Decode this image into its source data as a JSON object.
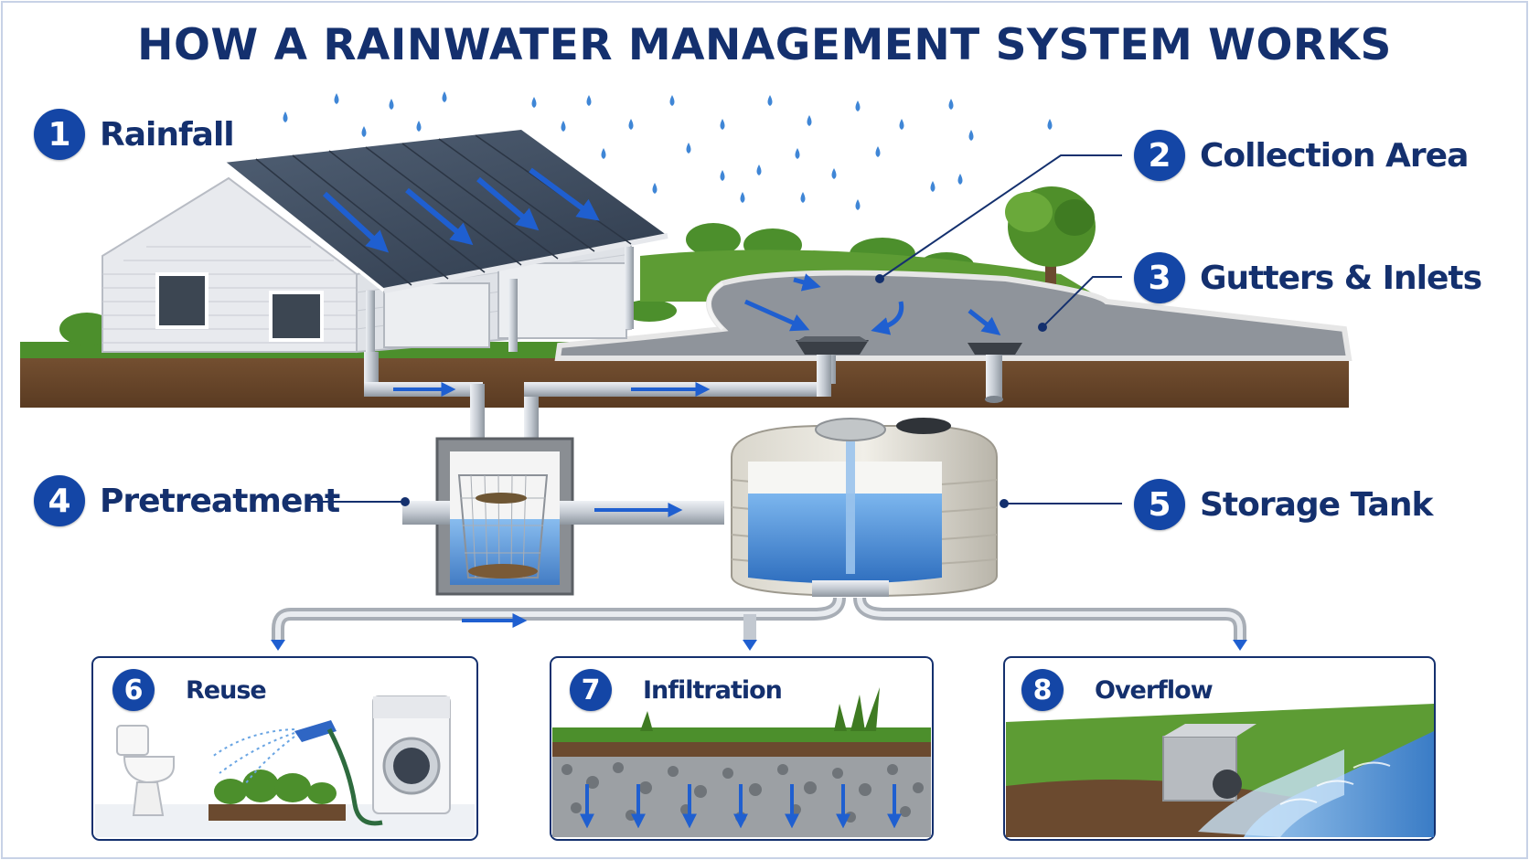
{
  "title": "HOW A RAINWATER MANAGEMENT SYSTEM WORKS",
  "steps": [
    {
      "number": "1",
      "label": "Rainfall"
    },
    {
      "number": "2",
      "label": "Collection Area"
    },
    {
      "number": "3",
      "label": "Gutters & Inlets"
    },
    {
      "number": "4",
      "label": "Pretreatment"
    },
    {
      "number": "5",
      "label": "Storage Tank"
    },
    {
      "number": "6",
      "label": "Reuse"
    },
    {
      "number": "7",
      "label": "Infiltration"
    },
    {
      "number": "8",
      "label": "Overflow"
    }
  ],
  "colors": {
    "title": "#14306e",
    "badge": "#1446a6",
    "flow_arrow": "#1f5fd0",
    "water": "#3f86d6",
    "roof": "#3b4a5e",
    "pipe": "#c9ced6",
    "grass": "#4c8f2c",
    "soil": "#6b4a2f"
  }
}
